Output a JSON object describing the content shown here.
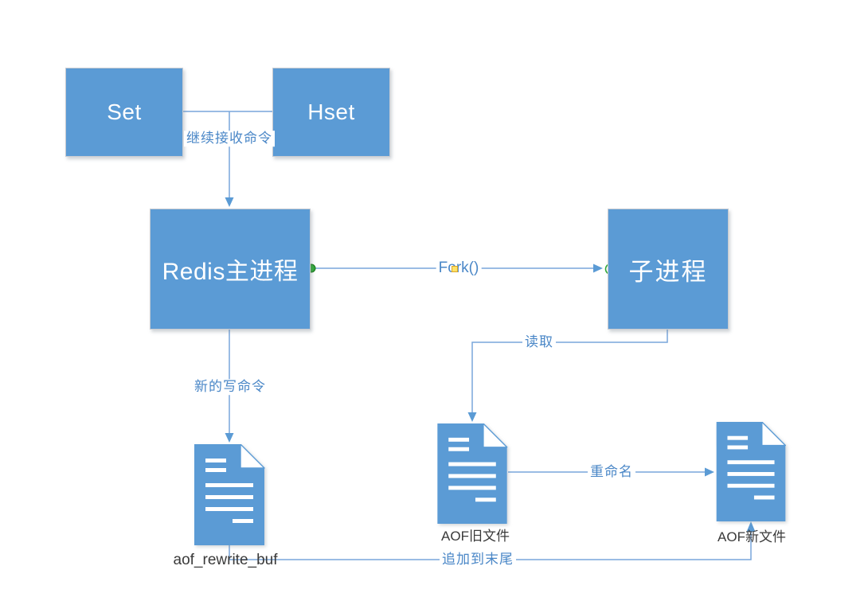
{
  "nodes": {
    "set": {
      "label": "Set"
    },
    "hset": {
      "label": "Hset"
    },
    "redis_main": {
      "label": "Redis主进程"
    },
    "child_process": {
      "label": "子进程"
    }
  },
  "documents": {
    "aof_rewrite_buf": {
      "label": "aof_rewrite_buf"
    },
    "aof_old": {
      "label": "AOF旧文件"
    },
    "aof_new": {
      "label": "AOF新文件"
    }
  },
  "connectors": {
    "keep_receiving": {
      "label": "继续接收命令",
      "from": "Set / Hset",
      "to": "Redis主进程"
    },
    "fork": {
      "label": "Fork()",
      "from": "Redis主进程",
      "to": "子进程"
    },
    "new_write": {
      "label": "新的写命令",
      "from": "Redis主进程",
      "to": "aof_rewrite_buf"
    },
    "read": {
      "label": "读取",
      "from": "子进程",
      "to": "AOF旧文件"
    },
    "rename": {
      "label": "重命名",
      "from": "AOF旧文件",
      "to": "AOF新文件"
    },
    "append_to_end": {
      "label": "追加到末尾",
      "from": "aof_rewrite_buf",
      "to": "AOF新文件"
    }
  },
  "colors": {
    "node_fill": "#5B9BD5",
    "node_text": "#FFFFFF",
    "connector_line": "#78A6DB",
    "arrowhead": "#5B9BD5",
    "connector_label_text": "#4A87C7",
    "dark_label_text": "#3A3A3A",
    "endpoint_green": "#2EA836",
    "midpoint_yellow": "#FFE266",
    "background": "#FFFFFF"
  }
}
